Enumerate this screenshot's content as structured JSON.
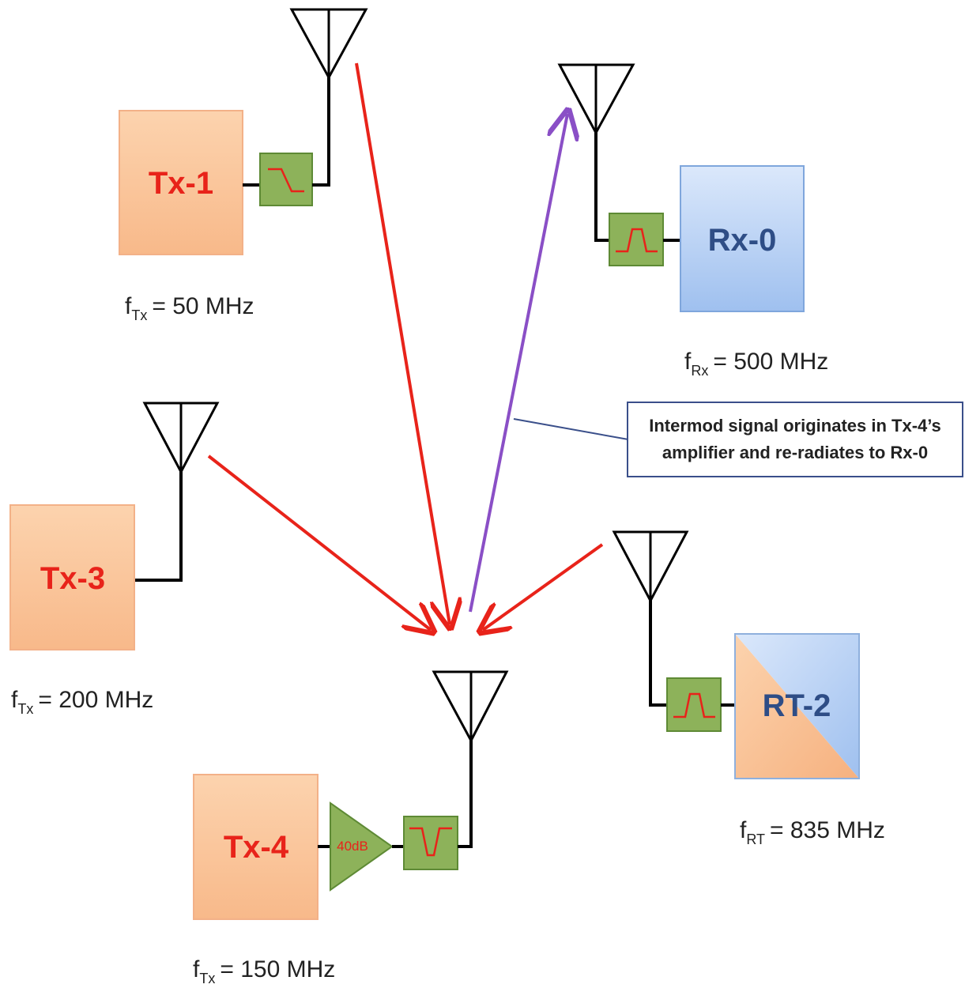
{
  "colors": {
    "tx_fill": "#fbc9a0",
    "rx_fill": "#bcd3f3",
    "filter_fill": "#8db25a",
    "tx_label": "#e8231a",
    "rx_label": "#2e4d86",
    "interference_arrow": "#e8231a",
    "intermod_arrow": "#8a4fc6",
    "callout_border": "#3a4f8a"
  },
  "blocks": {
    "tx1": {
      "label": "Tx-1",
      "freq_var": "f",
      "freq_sub": "Tx",
      "freq_value": "= 50 MHz",
      "filter_icon": "lowpass-filter-icon"
    },
    "rx0": {
      "label": "Rx-0",
      "freq_var": "f",
      "freq_sub": "Rx",
      "freq_value": "= 500 MHz",
      "filter_icon": "bandpass-filter-icon"
    },
    "tx3": {
      "label": "Tx-3",
      "freq_var": "f",
      "freq_sub": "Tx",
      "freq_value": "= 200 MHz"
    },
    "rt2": {
      "label": "RT-2",
      "freq_var": "f",
      "freq_sub": "RT",
      "freq_value": "= 835 MHz",
      "filter_icon": "bandpass-filter-icon"
    },
    "tx4": {
      "label": "Tx-4",
      "freq_var": "f",
      "freq_sub": "Tx",
      "freq_value": "= 150 MHz",
      "amplifier_gain": "40dB",
      "filter_icon": "bandstop-filter-icon"
    }
  },
  "callout": {
    "line1": "Intermod signal originates in Tx-4’s",
    "line2": "amplifier and re-radiates to Rx-0"
  }
}
